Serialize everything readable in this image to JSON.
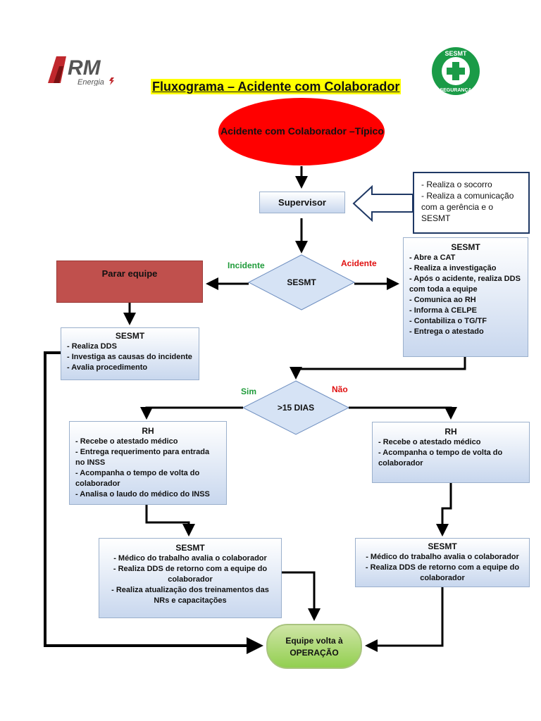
{
  "title": "Fluxograma – Acidente com Colaborador",
  "logos": {
    "rm_text": "RM",
    "rm_sub": "Energia",
    "sesmt_top": "SESMT",
    "sesmt_bottom": "SEGURANÇA"
  },
  "start": "Acidente com Colaborador –Típico",
  "supervisor": "Supervisor",
  "supervisor_note": [
    "- Realiza o socorro",
    "- Realiza a comunicação",
    "com a gerência e o",
    "SESMT"
  ],
  "decision1": {
    "label": "SESMT",
    "left_label": "Incidente",
    "right_label": "Acidente"
  },
  "parar": "Parar equipe",
  "sesmt_incidente": {
    "title": "SESMT",
    "items": [
      "- Realiza DDS",
      "- Investiga as causas do incidente",
      "- Avalia procedimento"
    ]
  },
  "sesmt_acidente": {
    "title": "SESMT",
    "items": [
      "- Abre a CAT",
      "- Realiza a investigação",
      "- Após o acidente, realiza DDS",
      "com toda a equipe",
      "- Comunica ao RH",
      "- Informa à CELPE",
      "- Contabiliza o TG/TF",
      "- Entrega o atestado"
    ]
  },
  "decision2": {
    "label": ">15 DIAS",
    "left_label": "Sim",
    "right_label": "Não"
  },
  "rh_sim": {
    "title": "RH",
    "items": [
      "- Recebe o atestado médico",
      "- Entrega requerimento para entrada",
      "no INSS",
      "- Acompanha o tempo de volta do",
      "colaborador",
      "- Analisa o laudo do médico do INSS"
    ]
  },
  "rh_nao": {
    "title": "RH",
    "items": [
      "- Recebe o atestado médico",
      "- Acompanha o tempo de volta do",
      "colaborador"
    ]
  },
  "sesmt_retorno_sim": {
    "title": "SESMT",
    "items": [
      "- Médico do trabalho avalia o colaborador",
      "- Realiza DDS de retorno com a equipe do",
      "colaborador",
      "- Realiza atualização dos treinamentos das",
      "NRs e capacitações"
    ]
  },
  "sesmt_retorno_nao": {
    "title": "SESMT",
    "items": [
      "- Médico do trabalho avalia o colaborador",
      "- Realiza DDS de retorno com a equipe do",
      "colaborador"
    ]
  },
  "end": [
    "Equipe volta à",
    "OPERAÇÃO"
  ],
  "colors": {
    "start": "#ff0000",
    "parar": "#c0504d",
    "end": "#92d050",
    "note_border": "#1f3864",
    "title_highlight": "#ffff00"
  }
}
